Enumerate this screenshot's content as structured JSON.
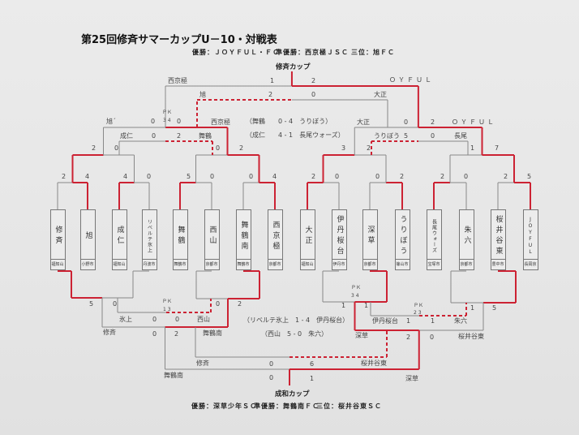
{
  "title": "第25回修斉サマーカップU－10・対戦表",
  "upper_summary": {
    "champion": "優勝：ＪＯＹＦＵＬ・ＦＣ",
    "runner_up": "準優勝：西京極ＪＳＣ",
    "third": "三位：旭ＦＣ"
  },
  "upper_cup": "修斉カップ",
  "lower_cup": "成和カップ",
  "lower_summary": {
    "champion": "優勝：深草少年ＳＣ",
    "runner_up": "準優勝：舞鶴南ＦＣ",
    "third": "三位：桜井谷東ＳＣ"
  },
  "colors": {
    "winner_line": "#cc2233",
    "loser_line": "#888888"
  },
  "teams": [
    {
      "name": "修斉",
      "city": "福知山"
    },
    {
      "name": "旭",
      "city": "小野市"
    },
    {
      "name": "成仁",
      "city": "福知山"
    },
    {
      "name": "リベルテ氷上",
      "city": "丹波市"
    },
    {
      "name": "舞鶴",
      "city": "舞鶴市"
    },
    {
      "name": "西山",
      "city": "京都市"
    },
    {
      "name": "舞鶴南",
      "city": "舞鶴市"
    },
    {
      "name": "西京極",
      "city": "京都市"
    },
    {
      "name": "大正",
      "city": "福知山"
    },
    {
      "name": "伊丹桜台",
      "city": "伊丹市"
    },
    {
      "name": "深草",
      "city": "京都市"
    },
    {
      "name": "うりぼう",
      "city": "篠山市"
    },
    {
      "name": "長尾ウォーズ",
      "city": "宝塚市"
    },
    {
      "name": "朱六",
      "city": "京都市"
    },
    {
      "name": "桜井谷東",
      "city": "豊中市"
    },
    {
      "name": "JOYFUL",
      "city": "長岡京"
    }
  ],
  "upper": {
    "r1_scores": [
      "2",
      "4",
      "4",
      "0",
      "5",
      "0",
      "0",
      "4",
      "2",
      "0",
      "0",
      "2",
      "2",
      "0",
      "2",
      "5"
    ],
    "r2_scores": [
      "2",
      "0",
      "0",
      "2",
      "3",
      "2",
      "1",
      "7"
    ],
    "qf_left": {
      "team_a": "旭ˊ",
      "score_a": "0",
      "pk_label": "ＰＫ",
      "pk": "3 4",
      "score_b": "0",
      "team_b": "西京極"
    },
    "qf_right": {
      "team_a": "大正",
      "score_a": "0",
      "score_b": "2",
      "team_b": "ＯＹＦＵＬ"
    },
    "consol_left": {
      "team_a": "成仁",
      "score_a": "0",
      "score_b": "2",
      "team_b": "舞鶴"
    },
    "consol_right": {
      "team_a": "うりぼう",
      "score_a": "5",
      "score_b": "0",
      "team_b": "長尾"
    },
    "final": {
      "team_a": "西京極",
      "score_a": "1",
      "score_b": "2",
      "team_b": "ＯＹＦＵＬ"
    },
    "third": {
      "team_a": "旭",
      "score_a": "2",
      "score_b": "0",
      "team_b": "大正"
    },
    "note_1": "（舞鶴　　0 - 4　うりぼう）",
    "note_2": "（成仁　　4 - 1　長尾ウォーズ）"
  },
  "lower": {
    "r1": [
      {
        "score_a": "5",
        "score_b": "0"
      },
      {
        "score_a": "0",
        "score_b": "2"
      },
      {
        "score_a": "1",
        "score_b": "1",
        "pk_label": "ＰＫ",
        "pk": "3 4"
      },
      {
        "score_a": "1",
        "score_b": "5"
      }
    ],
    "consol_left": {
      "team_a": "氷上",
      "score_a": "0",
      "pk_label": "ＰＫ",
      "pk": "1 3",
      "score_b": "0",
      "team_b": "西山"
    },
    "consol_right": {
      "team_a": "伊丹桜台",
      "score_a": "1",
      "pk_label": "ＰＫ",
      "pk": "2 3",
      "score_b": "1",
      "team_b": "朱六"
    },
    "semi_left": {
      "team_a": "修斉",
      "score_a": "0",
      "score_b": "2",
      "team_b": "舞鶴南"
    },
    "semi_right": {
      "team_a": "深草",
      "score_a": "2",
      "score_b": "0",
      "team_b": "桜井谷東"
    },
    "third": {
      "team_a": "修斉",
      "score_a": "0",
      "score_b": "6",
      "team_b": "桜井谷東"
    },
    "final": {
      "team_a": "舞鶴南",
      "score_a": "0",
      "score_b": "1",
      "team_b": "深草"
    },
    "note_1": "（リベルテ氷上　1 - 4　伊丹桜台）",
    "note_2": "（西山　5 - 0　朱六）"
  }
}
